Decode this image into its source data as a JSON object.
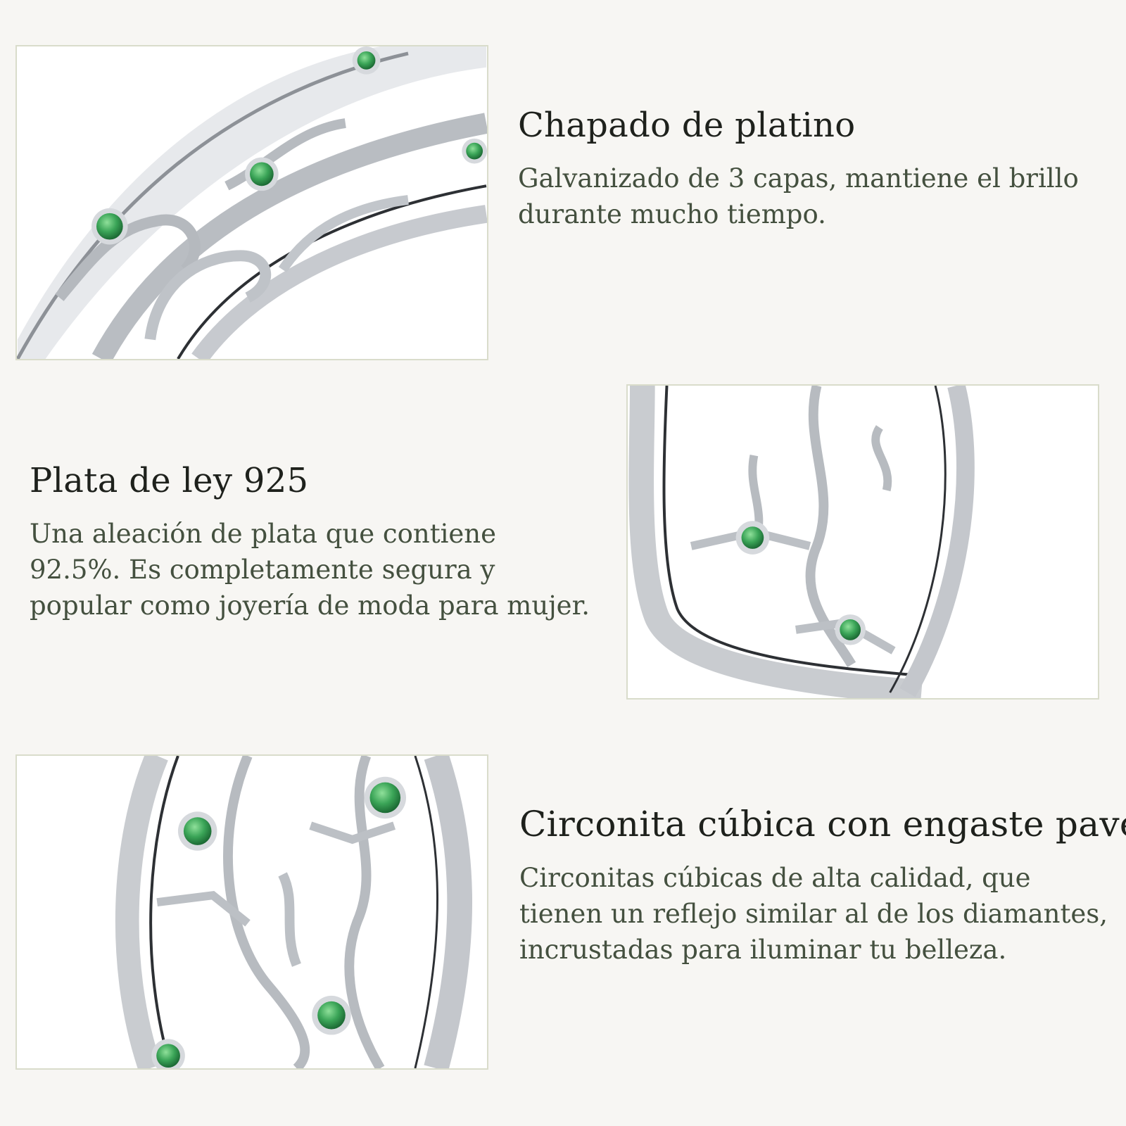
{
  "features": [
    {
      "title": "Chapado de platino",
      "description": "Galvanizado de 3 capas, mantiene el brillo durante mucho tiempo."
    },
    {
      "title": "Plata de ley 925",
      "description": "Una aleación de plata que contiene 92.5%. Es completamente segura y popular como joyería de moda para mujer."
    },
    {
      "title": "Circonita cúbica con engaste pavé",
      "description": "Circonitas cúbicas de alta calidad, que tienen un reflejo similar al de los diamantes, incrustadas para iluminar tu belleza."
    }
  ],
  "colors": {
    "background": "#f7f6f3",
    "frame_border": "#d9dccb",
    "title_text": "#1e211c",
    "body_text": "#44503f",
    "gemstone_green": "#3aa457",
    "silver": "#c9ccd0"
  },
  "images": [
    {
      "depicts": "ring-closeup-platinum-plating"
    },
    {
      "depicts": "ring-closeup-sterling-silver"
    },
    {
      "depicts": "ring-closeup-cubic-zirconia-pave"
    }
  ]
}
